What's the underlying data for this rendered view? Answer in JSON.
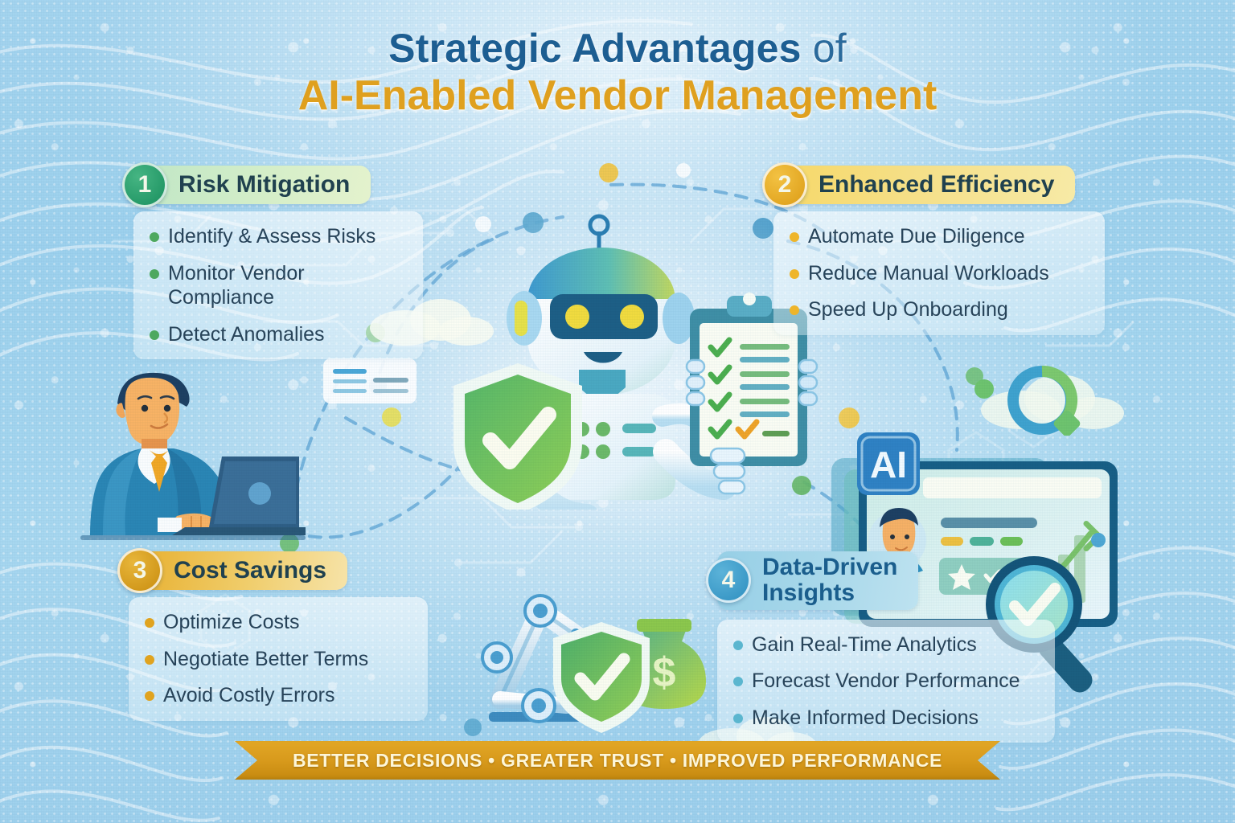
{
  "title": {
    "line1_strong": "Strategic Advantages",
    "line1_light": " of",
    "line2": "AI-Enabled Vendor Management"
  },
  "colors": {
    "title_blue": "#1d5e92",
    "title_gold": "#dfa01f",
    "background_blue": "#9ed2ee",
    "accent_green": "#198f5e",
    "accent_gold": "#dc9c16",
    "accent_amber": "#c98d10",
    "accent_blue": "#2e8fc0",
    "bullet_text": "#274359",
    "ribbon_gold": "#d99b1d"
  },
  "sections": [
    {
      "number": "1",
      "heading": "Risk Mitigation",
      "theme": "green",
      "bullet_color": "#4ea85f",
      "bullets": [
        "Identify & Assess Risks",
        "Monitor Vendor Compliance",
        "Detect Anomalies"
      ]
    },
    {
      "number": "2",
      "heading": "Enhanced Efficiency",
      "theme": "gold",
      "bullet_color": "#eeb52b",
      "bullets": [
        "Automate Due Diligence",
        "Reduce Manual Workloads",
        "Speed Up Onboarding"
      ]
    },
    {
      "number": "3",
      "heading": "Cost Savings",
      "theme": "amber",
      "bullet_color": "#e0a31f",
      "bullets": [
        "Optimize Costs",
        "Negotiate Better Terms",
        "Avoid Costly Errors"
      ]
    },
    {
      "number": "4",
      "heading": "Data-Driven\nInsights",
      "theme": "blue",
      "bullet_color": "#5bb6cf",
      "bullets": [
        "Gain Real-Time Analytics",
        "Forecast Vendor Performance",
        "Make Informed Decisions"
      ]
    }
  ],
  "ribbon": {
    "text": "BETTER DECISIONS • GREATER TRUST • IMPROVED PERFORMANCE"
  },
  "illustrations": {
    "robot": "ai-robot-with-clipboard",
    "robot_shield": "green-shield-check",
    "clipboard_checks": "checklist-clipboard",
    "businessman": "businessman-at-laptop",
    "dashboard": "ai-analytics-dashboard",
    "ai_badge": "AI",
    "magnifier_check": "magnifier-check-icon",
    "robot_arm": "robotic-arm",
    "money_bag": "$",
    "cloud_search": "cloud-search-icon"
  }
}
